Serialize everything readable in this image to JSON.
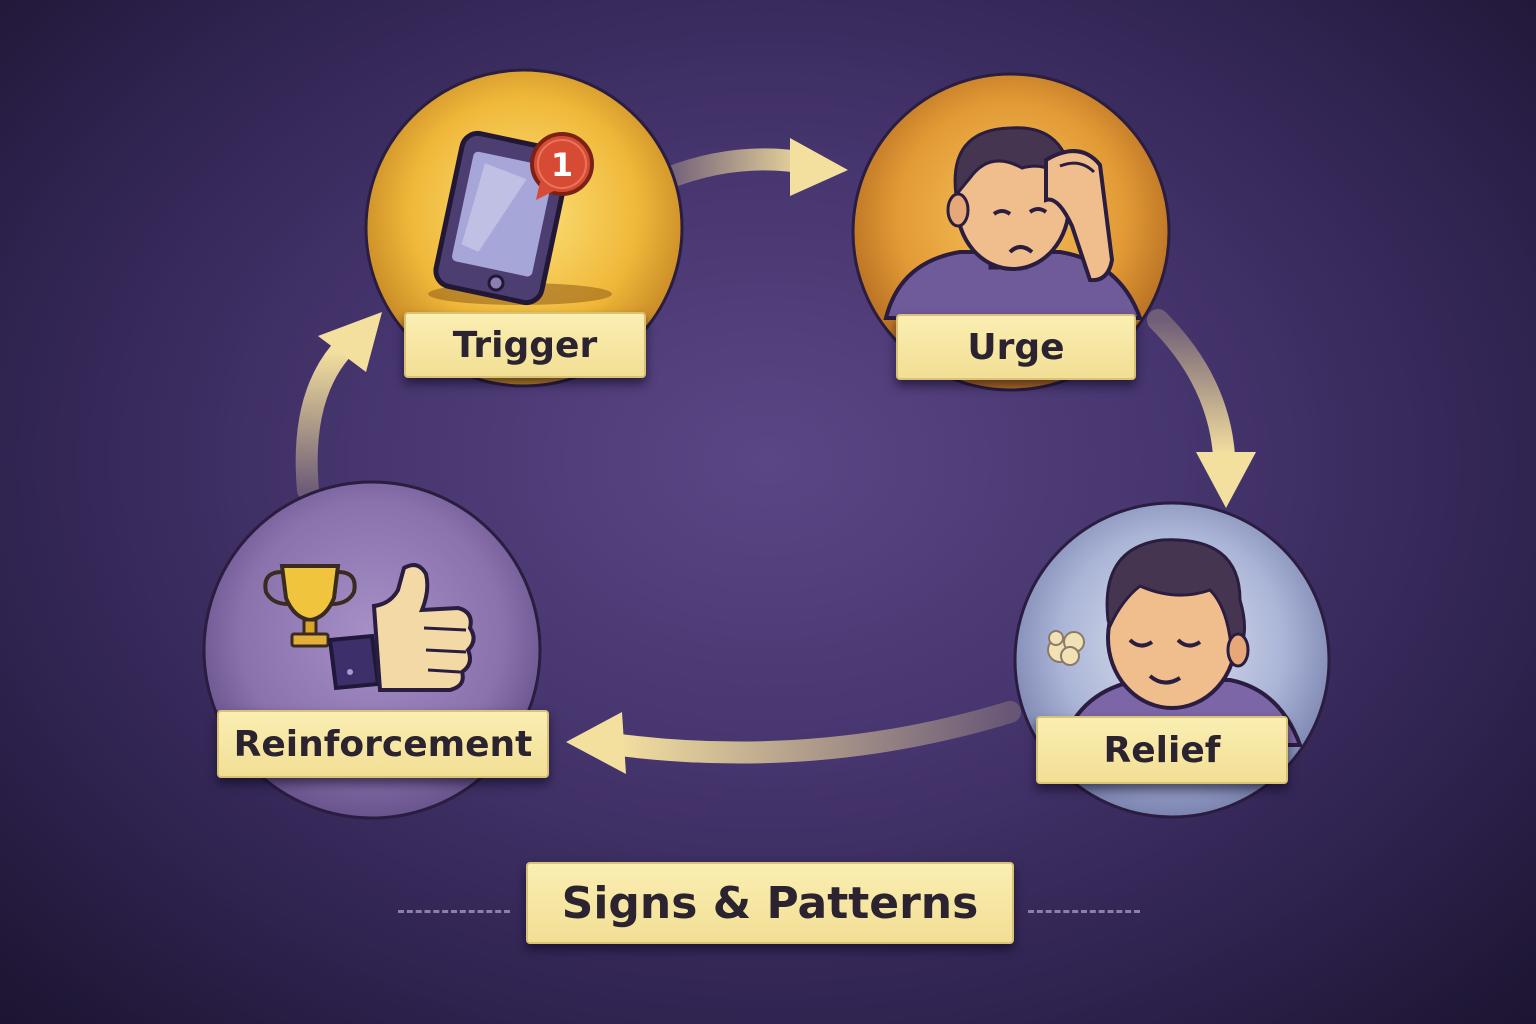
{
  "diagram": {
    "type": "cycle",
    "nodes": [
      {
        "id": "trigger",
        "label": "Trigger",
        "icon": "phone-notification-icon",
        "badge": "1",
        "color": "#f0b83a"
      },
      {
        "id": "urge",
        "label": "Urge",
        "icon": "stressed-person-icon",
        "color": "#e7a23c"
      },
      {
        "id": "relief",
        "label": "Relief",
        "icon": "relieved-person-icon",
        "color": "#aab4d6"
      },
      {
        "id": "reinforcement",
        "label": "Reinforcement",
        "icon": "trophy-thumbs-up-icon",
        "color": "#8a72ad"
      }
    ],
    "edges": [
      {
        "from": "trigger",
        "to": "urge"
      },
      {
        "from": "urge",
        "to": "relief"
      },
      {
        "from": "relief",
        "to": "reinforcement"
      },
      {
        "from": "reinforcement",
        "to": "trigger"
      }
    ]
  },
  "footer": {
    "title": "Signs & Patterns"
  },
  "colors": {
    "background": "#3b2d5c",
    "label_fill": "#f7e7a5",
    "label_text": "#2b2430",
    "arrow": "#f0dc9a"
  }
}
